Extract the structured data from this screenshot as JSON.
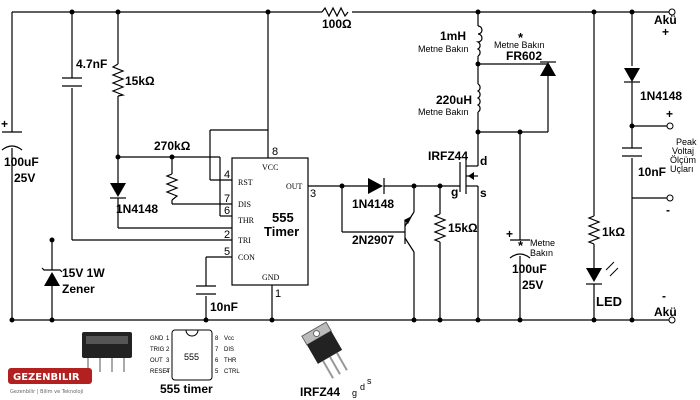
{
  "labels": {
    "r100": "100Ω",
    "aku_top": "Akü",
    "aku_bottom": "Akü",
    "plus": "+",
    "minus": "-",
    "c47": "4.7nF",
    "r15k_top": "15kΩ",
    "c100u_left": "100uF",
    "c100u_left_v": "25V",
    "r270k": "270kΩ",
    "d1n4148_left": "1N4148",
    "zener": "15V 1W",
    "zener2": "Zener",
    "ic_name1": "555",
    "ic_name2": "Timer",
    "c10n_bottom": "10nF",
    "l1mh": "1mH",
    "l1mh_note": "Metne Bakın",
    "l220": "220uH",
    "l220_note": "Metne Bakın",
    "fr602_note": "Metne Bakın",
    "fr602": "FR602",
    "star1": "*",
    "star2": "*",
    "irfz44": "IRFZ44",
    "pin_d": "d",
    "pin_g": "g",
    "pin_s": "s",
    "d1n4148_mid": "1N4148",
    "q2n2907": "2N2907",
    "r15k_mid": "15kΩ",
    "c100u_right": "100uF",
    "c100u_right_v": "25V",
    "c100u_right_note1": "Metne",
    "c100u_right_note2": "Bakın",
    "r1k": "1kΩ",
    "led": "LED",
    "d1n4148_right": "1N4148",
    "c10n_right": "10nF",
    "peak1": "Peak",
    "peak2": "Voltaj",
    "peak3": "Ölçüm",
    "peak4": "Uçları",
    "cap_555": "555 timer",
    "cap_irfz": "IRFZ44",
    "logo": "GEZENBILIR",
    "logo_sub": "Gezenbilir | Bilim ve Teknoloji"
  },
  "ic_pins": {
    "p8": "8",
    "p4": "4",
    "p7": "7",
    "p6": "6",
    "p2": "2",
    "p5": "5",
    "p1": "1",
    "p3": "3",
    "vcc": "VCC",
    "rst": "RST",
    "dis": "DIS",
    "thr": "THR",
    "tri": "TRI",
    "con": "CON",
    "gnd": "GND",
    "out": "OUT"
  },
  "pinout": {
    "left": [
      "GND",
      "TRIG",
      "OUT",
      "RESET"
    ],
    "left_nums": [
      "1",
      "2",
      "3",
      "4"
    ],
    "right": [
      "Vcc",
      "DIS",
      "THR",
      "CTRL"
    ],
    "right_nums": [
      "8",
      "7",
      "6",
      "5"
    ],
    "center": "555"
  },
  "to220_pins": {
    "g": "g",
    "d": "d",
    "s": "s"
  }
}
